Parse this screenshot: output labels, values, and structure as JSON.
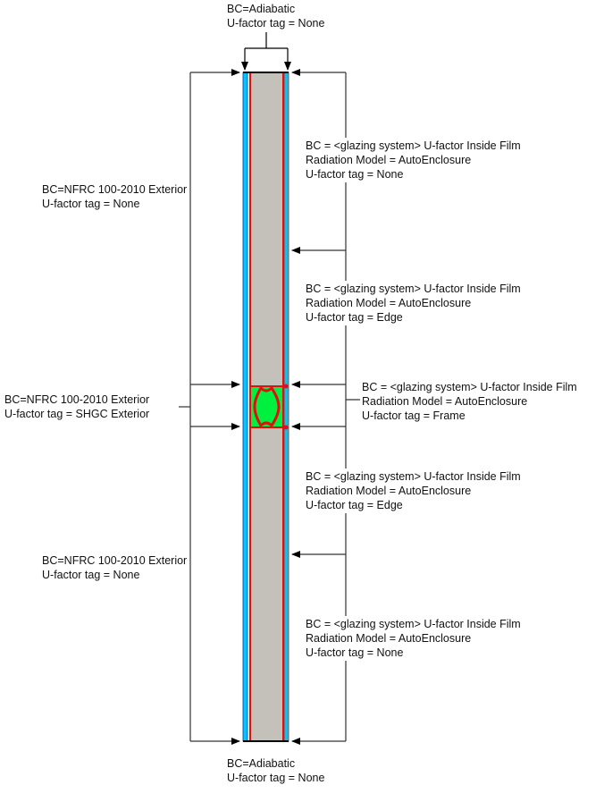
{
  "labels": {
    "top": [
      "BC=Adiabatic",
      "U-factor tag = None"
    ],
    "bottom": [
      "BC=Adiabatic",
      "U-factor tag = None"
    ],
    "left_upper": [
      "BC=NFRC 100-2010 Exterior",
      "U-factor tag = None"
    ],
    "left_middle": [
      "BC=NFRC 100-2010 Exterior",
      "U-factor tag = SHGC Exterior"
    ],
    "left_lower": [
      "BC=NFRC 100-2010 Exterior",
      "U-factor tag = None"
    ],
    "right_1": [
      "BC = <glazing system> U-factor Inside Film",
      "Radiation Model = AutoEnclosure",
      "U-factor tag = None"
    ],
    "right_2": [
      "BC = <glazing system> U-factor Inside Film",
      "Radiation Model = AutoEnclosure",
      "U-factor tag = Edge"
    ],
    "right_frame": [
      "BC = <glazing system> U-factor Inside Film",
      "Radiation Model = AutoEnclosure",
      "U-factor tag = Frame"
    ],
    "right_4": [
      "BC = <glazing system> U-factor Inside Film",
      "Radiation Model = AutoEnclosure",
      "U-factor tag = Edge"
    ],
    "right_5": [
      "BC = <glazing system> U-factor Inside Film",
      "Radiation Model = AutoEnclosure",
      "U-factor tag = None"
    ]
  },
  "colors": {
    "glass": "#00c8f0",
    "edge": "#e01010",
    "fill": "#c4c0ba",
    "spacer": "#00f040"
  }
}
